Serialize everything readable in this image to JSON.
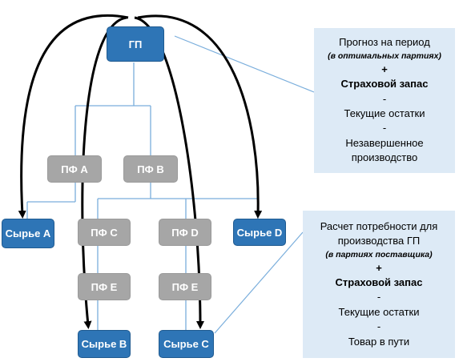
{
  "nodes": {
    "gp": "ГП",
    "pf_a": "ПФ А",
    "pf_b": "ПФ В",
    "pf_c": "ПФ С",
    "pf_d": "ПФ D",
    "pf_e1": "ПФ Е",
    "pf_e2": "ПФ Е",
    "raw_a": "Сырье А",
    "raw_b": "Сырье В",
    "raw_c": "Сырье С",
    "raw_d": "Сырье D"
  },
  "panel_top": {
    "line1": "Прогноз на период",
    "line2": "(в оптимальных партиях)",
    "line3": "+",
    "line4": "Страховой запас",
    "line5": "-",
    "line6": "Текущие остатки",
    "line7": "-",
    "line8": "Незавершенное производство"
  },
  "panel_bottom": {
    "line1": "Расчет потребности для производства ГП",
    "line2": "(в партиях поставщика)",
    "line3": "+",
    "line4": "Страховой запас",
    "line5": "-",
    "line6": "Текущие остатки",
    "line7": "-",
    "line8": "Товар в пути"
  },
  "colors": {
    "node_blue": "#2e75b6",
    "node_gray": "#a6a6a6",
    "panel_bg": "#ddeaf6",
    "connector": "#5b9bd5",
    "arrow": "#000000"
  }
}
